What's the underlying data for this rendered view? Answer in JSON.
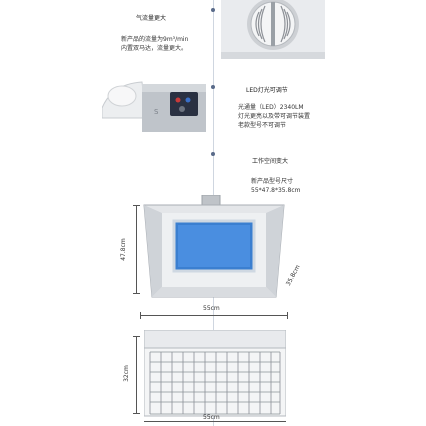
{
  "sections": [
    {
      "title": "气流量更大",
      "lines": [
        "新产品的流量为9m³/min",
        "内置双马达，流量更大。"
      ]
    },
    {
      "title": "LED灯光可调节",
      "lines": [
        "光通量（LED）2340LM",
        "灯光更亮以及带可调节装置",
        "老款型号不可调节"
      ]
    },
    {
      "title": "工作空间变大",
      "lines": [
        "新产品型号尺寸",
        "55*47.8*35.8cm"
      ]
    }
  ],
  "dimensions": {
    "height1": "47.8cm",
    "depth": "35.8cm",
    "width1": "55cm",
    "height2": "32cm",
    "width2": "55cm"
  },
  "icons": {
    "fan": "twin-fan-icon",
    "panel": "control-panel-icon"
  },
  "colors": {
    "accent_blue": "#3b7fd0",
    "dot": "#5a6b8a",
    "booth_gray": "#cfd3d8"
  }
}
